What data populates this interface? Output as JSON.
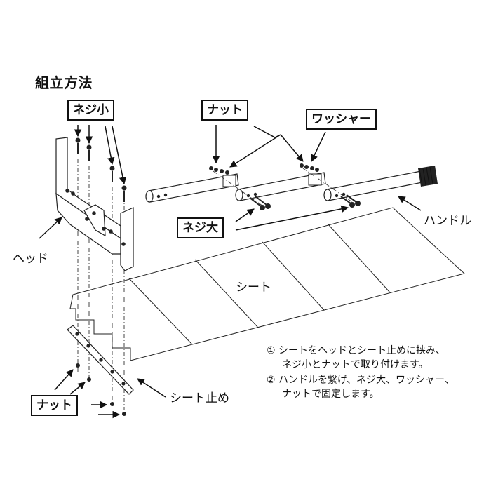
{
  "title": "組立方法",
  "labels": {
    "screw_small": "ネジ小",
    "nut_top": "ナット",
    "washer": "ワッシャー",
    "screw_large": "ネジ大",
    "handle": "ハンドル",
    "head": "ヘッド",
    "sheet": "シート",
    "sheet_stopper": "シート止め",
    "nut_bottom": "ナット"
  },
  "notes": [
    {
      "marker": "①",
      "line1": "シートをヘッドとシート止めに挟み、",
      "line2": "ネジ小とナットで取り付けます。"
    },
    {
      "marker": "②",
      "line1": "ハンドルを繋げ、ネジ大、ワッシャー、",
      "line2": "ナットで固定します。"
    }
  ]
}
